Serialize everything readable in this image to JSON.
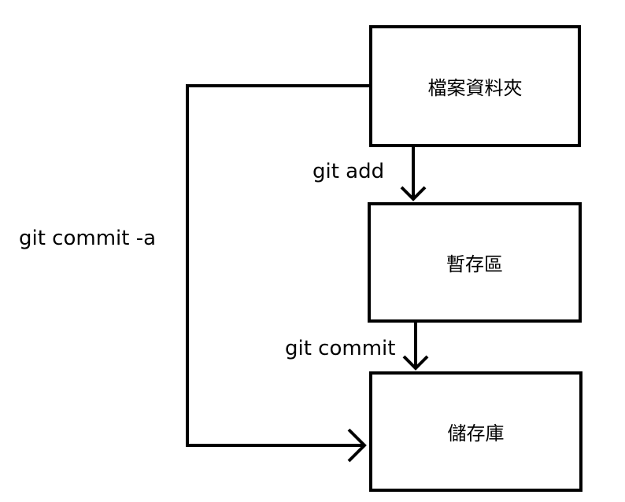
{
  "nodes": {
    "folder": {
      "label": "檔案資料夾"
    },
    "staging": {
      "label": "暫存區"
    },
    "repository": {
      "label": "儲存庫"
    }
  },
  "edges": {
    "add": {
      "label": "git add"
    },
    "commit": {
      "label": "git commit"
    },
    "commit_all": {
      "label": "git commit -a"
    }
  }
}
